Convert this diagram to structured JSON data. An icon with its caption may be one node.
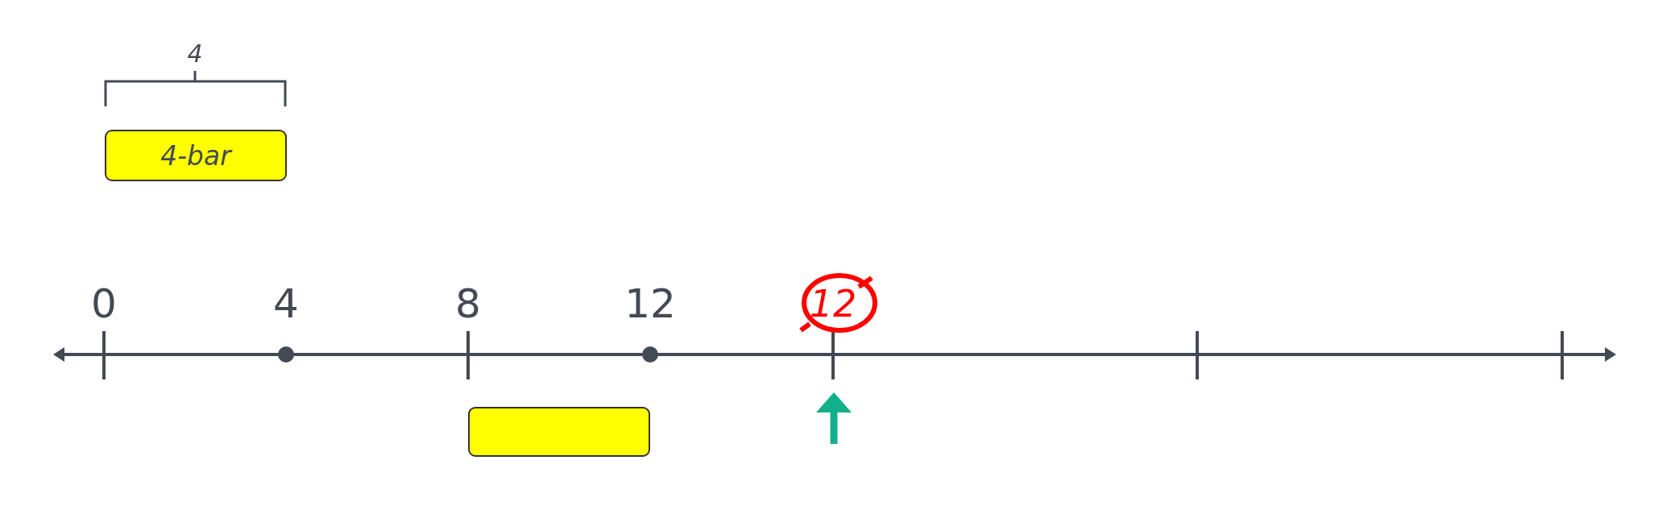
{
  "diagram": {
    "nodes": [
      {
        "text": [
          "4-bar"
        ]
      },
      {
        "text": [],
        "shape": "bar"
      }
    ],
    "labels": [
      "4",
      "0",
      "4",
      "8",
      "12",
      "12"
    ]
  }
}
